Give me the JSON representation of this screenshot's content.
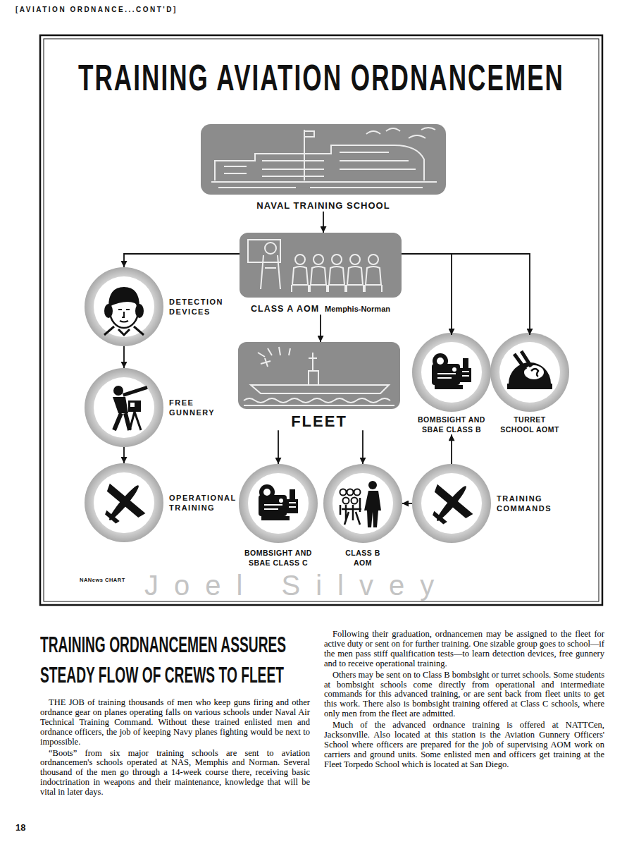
{
  "diagram": {
    "title": "TRAINING AVIATION ORDNANCEMEN",
    "nodes": [
      {
        "text": [
          "NAVAL TRAINING SCHOOL"
        ]
      },
      {
        "text": [
          "CLASS A AOM",
          "Memphis-Norman"
        ]
      },
      {
        "text": [
          "DETECTION DEVICES"
        ]
      },
      {
        "text": [
          "FREE GUNNERY"
        ]
      },
      {
        "text": [
          "OPERATIONAL TRAINING"
        ]
      },
      {
        "text": [
          "FLEET"
        ]
      },
      {
        "text": [
          "BOMBSIGHT AND SBAE CLASS B"
        ]
      },
      {
        "text": [
          "TURRET SCHOOL AOMT"
        ]
      },
      {
        "text": [
          "BOMBSIGHT AND SBAE CLASS C"
        ]
      },
      {
        "text": [
          "CLASS B AOM"
        ]
      },
      {
        "text": [
          "TRAINING COMMANDS"
        ]
      }
    ],
    "edges": [
      {
        "from": 0,
        "to": 1,
        "arrow": "to"
      },
      {
        "from": 1,
        "to": 2,
        "arrow": "to"
      },
      {
        "from": 1,
        "to": 5,
        "arrow": "to"
      },
      {
        "from": 1,
        "to": 6,
        "arrow": "to"
      },
      {
        "from": 1,
        "to": 7,
        "arrow": "to"
      },
      {
        "from": 2,
        "to": 3,
        "arrow": "to"
      },
      {
        "from": 3,
        "to": 4,
        "arrow": "to"
      },
      {
        "from": 5,
        "to": 8,
        "arrow": "to"
      },
      {
        "from": 5,
        "to": 9,
        "arrow": "to"
      },
      {
        "from": 10,
        "to": 9,
        "arrow": "to"
      },
      {
        "from": 10,
        "to": 6,
        "arrow": "to"
      }
    ],
    "labels": [
      "[AVIATION ORDNANCE...CONT'D]",
      "NANews CHART",
      "Joel Silvey",
      "TRAINING ORDNANCEMEN ASSURES STEADY FLOW OF CREWS TO FLEET",
      "THE JOB of training thousands of men who keep guns firing and other ordnance gear on planes operating falls on various schools under Naval Air Technical Training Command. Without these trained enlisted men and ordnance officers, the job of keeping Navy planes fighting would be next to impossible.",
      "“Boots” from six major training schools are sent to aviation ordnancemen's schools operated at NAS, Memphis and Norman. Several thousand of the men go through a 14-week course there, receiving basic indoctrination in weapons and their maintenance, knowledge that will be vital in later days.",
      "Following their graduation, ordnancemen may be assigned to the fleet for active duty or sent on for further training. One sizable group goes to school—if the men pass stiff qualification tests—to learn detection devices, free gunnery and to receive operational training.",
      "Others may be sent on to Class B bombsight or turret schools. Some students at bombsight schools come directly from operational and intermediate commands for this advanced training, or are sent back from fleet units to get this work. There also is bombsight training offered at Class C schools, where only men from the fleet are admitted.",
      "Much of the advanced ordnance training is offered at NATTCen, Jacksonville. Also located at this station is the Aviation Gunnery Officers' School where officers are prepared for the job of supervising AOM work on carriers and ground units. Some enlisted men and officers get training at the Fleet Torpedo School which is located at San Diego.",
      "18"
    ]
  }
}
